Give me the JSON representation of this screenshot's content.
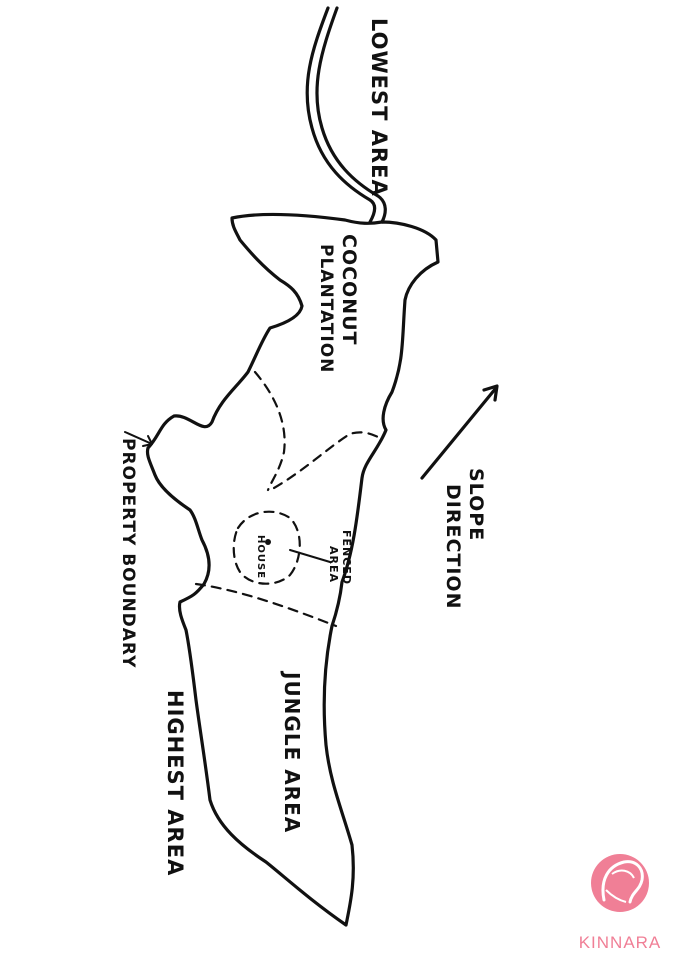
{
  "labels": {
    "lowest_area": "LOWEST AREA",
    "coconut": "COCONUT",
    "plantation": "PLANTATION",
    "property_boundary": "PROPERTY BOUNDARY",
    "slope": "SLOPE",
    "direction": "DIRECTION",
    "house": "HOUSE",
    "fenced": "FENCED",
    "area": "AREA",
    "jungle_area": "JUNGLE AREA",
    "highest_area": "HIGHEST AREA"
  },
  "brand": {
    "name": "KINNARA",
    "icon": "kinnara-logo-icon",
    "color": "#f07f96"
  },
  "colors": {
    "ink": "#111111",
    "paper": "#ffffff"
  }
}
